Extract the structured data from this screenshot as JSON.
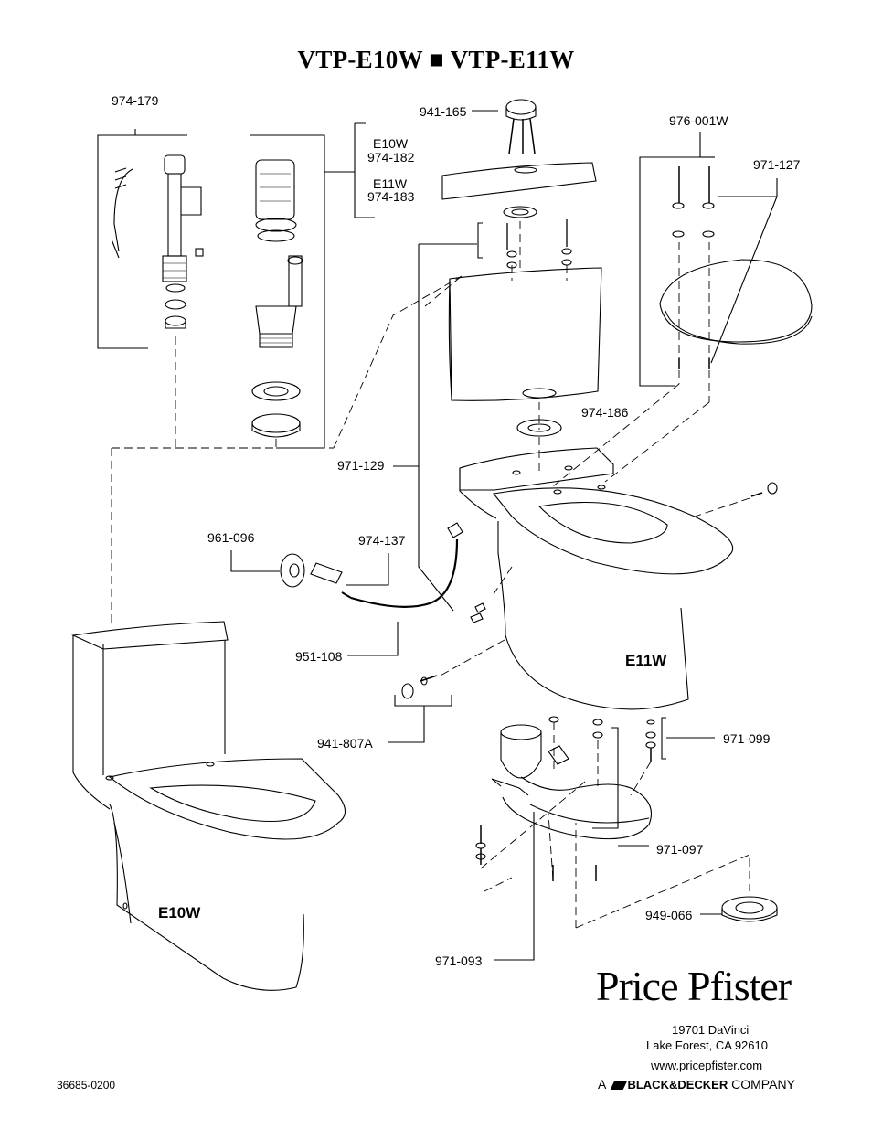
{
  "title": "VTP-E10W ■ VTP-E11W",
  "models": {
    "e10w": "E10W",
    "e11w": "E11W"
  },
  "parts": {
    "p974_179": "974-179",
    "p941_165": "941-165",
    "p976_001w": "976-001W",
    "p971_127": "971-127",
    "e10w_label": "E10W",
    "p974_182": "974-182",
    "e11w_label": "E11W",
    "p974_183": "974-183",
    "p974_186": "974-186",
    "p971_129": "971-129",
    "p961_096": "961-096",
    "p974_137": "974-137",
    "p951_108": "951-108",
    "p941_807a": "941-807A",
    "p971_099": "971-099",
    "p971_097": "971-097",
    "p949_066": "949-066",
    "p971_093": "971-093"
  },
  "company": {
    "brand": "Price Pfister",
    "address1": "19701 DaVinci",
    "address2": "Lake Forest, CA 92610",
    "website": "www.pricepfister.com",
    "a": "A",
    "bd_name": "BLACK&DECKER",
    "company_word": "COMPANY"
  },
  "doc_number": "36685-0200"
}
